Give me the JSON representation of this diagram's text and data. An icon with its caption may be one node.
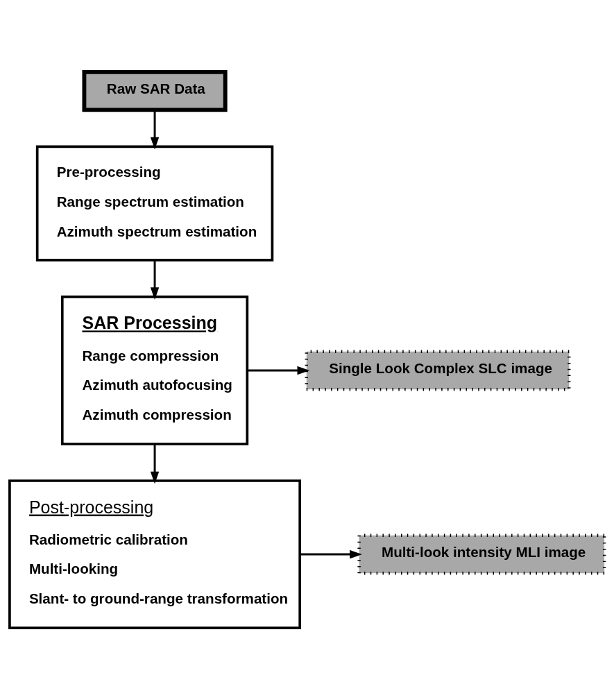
{
  "diagram": {
    "nodes": [
      {
        "text": [
          "Raw SAR Data"
        ]
      },
      {
        "text": [
          "Pre-processing",
          "Range spectrum estimation",
          "Azimuth spectrum estimation"
        ]
      },
      {
        "text": [
          "SAR Processing",
          "Range compression",
          "Azimuth autofocusing",
          "Azimuth compression"
        ]
      },
      {
        "text": [
          "Single Look Complex SLC image"
        ]
      },
      {
        "text": [
          "Post-processing",
          "Radiometric calibration",
          "Multi-looking",
          "Slant- to ground-range transformation"
        ]
      },
      {
        "text": [
          "Multi-look intensity MLI image"
        ]
      }
    ],
    "edges": [
      {
        "from": 0,
        "to": 1,
        "arrow": "to"
      },
      {
        "from": 1,
        "to": 2,
        "arrow": "to"
      },
      {
        "from": 2,
        "to": 3,
        "arrow": "to"
      },
      {
        "from": 2,
        "to": 4,
        "arrow": "to"
      },
      {
        "from": 4,
        "to": 5,
        "arrow": "to"
      }
    ]
  }
}
